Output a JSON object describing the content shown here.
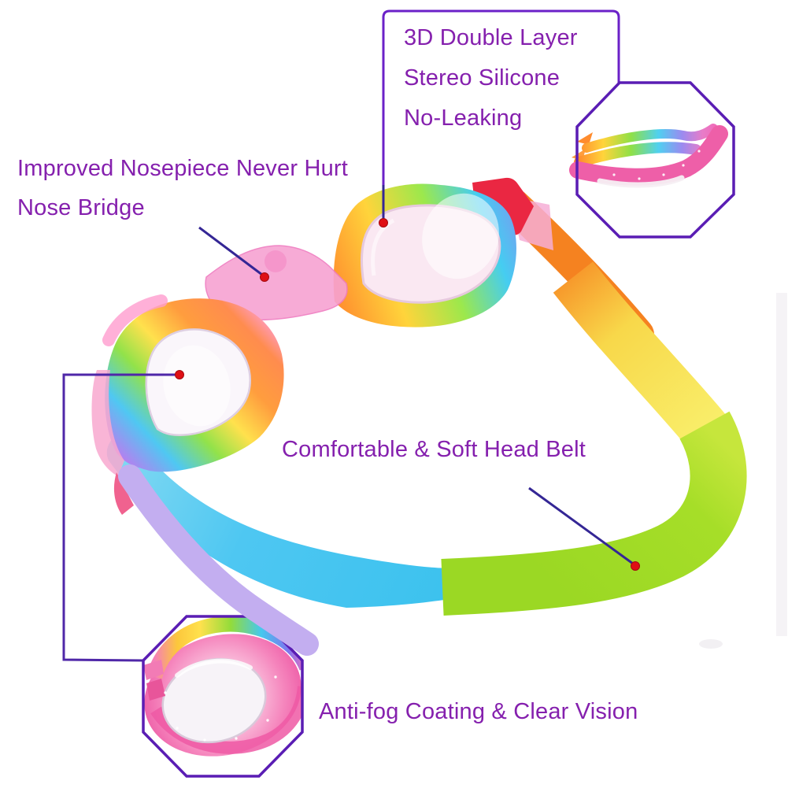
{
  "labels": {
    "double_layer": {
      "lines": [
        "3D Double Layer",
        "Stereo Silicone",
        "No-Leaking"
      ]
    },
    "nosepiece": {
      "lines": [
        "Improved Nosepiece Never Hurt",
        "Nose Bridge"
      ]
    },
    "head_belt": {
      "text": "Comfortable & Soft Head Belt"
    },
    "anti_fog": {
      "text": "Anti-fog Coating & Clear Vision"
    }
  },
  "colors": {
    "label_text": "#8520ae",
    "callout_box_border": "#6b21c8",
    "octagon_border": "#5a1db4",
    "elbow_line": "#4f27a8",
    "pointer_line": "#342695",
    "marker_dot": "#df0f15",
    "strap_orange": "#f58220",
    "strap_yellow": "#f9e85c",
    "strap_green": "#a0dc28",
    "strap_blue": "#3fc6f0",
    "strap_lavender": "#c3aef0",
    "frame_pink": "#f7a2d2",
    "clip_red": "#ea2742"
  },
  "figures": {
    "main_goggles": "rainbow-kids-swim-goggles",
    "inset_top_right": "goggles-folded-side-view",
    "inset_bottom_left": "goggle-lens-close-up"
  }
}
